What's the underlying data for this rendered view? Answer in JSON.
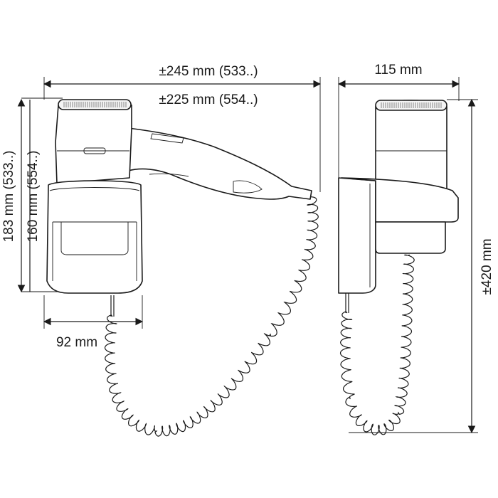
{
  "dimensions": {
    "width_total": "±245 mm (533..)",
    "width_body": "±225 mm (554..)",
    "depth": "115 mm",
    "height_a": "183 mm (533..)",
    "height_b": "160 mm (554..)",
    "holder_width": "92 mm",
    "cord_length": "±420 mm"
  },
  "colors": {
    "line": "#1a1a1a",
    "fill": "#ffffff",
    "shade": "#f4f4f4"
  }
}
